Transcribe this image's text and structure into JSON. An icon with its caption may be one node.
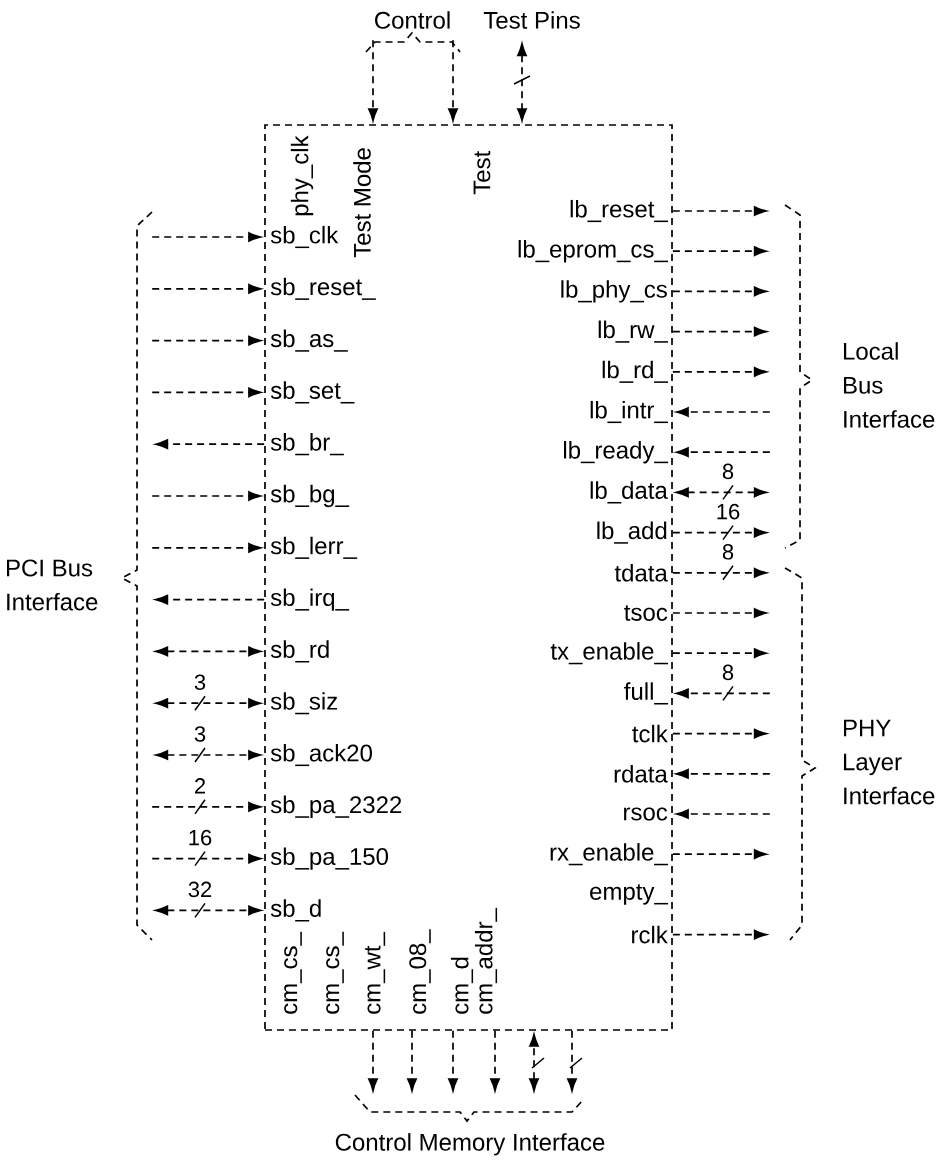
{
  "diagram": {
    "nodes": [
      {
        "text": [
          "Control"
        ]
      },
      {
        "text": [
          "Test Pins"
        ]
      },
      {
        "text": [],
        "shape": "box"
      },
      {
        "text": [
          "PCI Bus Interface"
        ]
      },
      {
        "text": [
          "Local Bus Interface"
        ]
      },
      {
        "text": [
          "PHY Layer Interface"
        ]
      },
      {
        "text": [
          "Control Memory Interface"
        ]
      }
    ],
    "edges": [
      {
        "from": 0,
        "to": 2,
        "arrow": "to"
      },
      {
        "from": 0,
        "to": 2,
        "arrow": "to"
      },
      {
        "from": 1,
        "to": 2,
        "arrow": "both"
      },
      {
        "from": 3,
        "to": 2,
        "arrow": "to"
      },
      {
        "from": 3,
        "to": 2,
        "arrow": "to"
      },
      {
        "from": 3,
        "to": 2,
        "arrow": "to"
      },
      {
        "from": 3,
        "to": 2,
        "arrow": "to"
      },
      {
        "from": 2,
        "to": 3,
        "arrow": "to"
      },
      {
        "from": 3,
        "to": 2,
        "arrow": "to"
      },
      {
        "from": 3,
        "to": 2,
        "arrow": "to"
      },
      {
        "from": 2,
        "to": 3,
        "arrow": "to"
      },
      {
        "from": 3,
        "to": 2,
        "arrow": "both"
      },
      {
        "from": 3,
        "to": 2,
        "arrow": "both",
        "label": "3"
      },
      {
        "from": 3,
        "to": 2,
        "arrow": "both",
        "label": "3"
      },
      {
        "from": 3,
        "to": 2,
        "arrow": "to",
        "label": "2"
      },
      {
        "from": 3,
        "to": 2,
        "arrow": "to",
        "label": "16"
      },
      {
        "from": 3,
        "to": 2,
        "arrow": "both",
        "label": "32"
      },
      {
        "from": 2,
        "to": 4,
        "arrow": "to"
      },
      {
        "from": 2,
        "to": 4,
        "arrow": "to"
      },
      {
        "from": 2,
        "to": 4,
        "arrow": "to"
      },
      {
        "from": 2,
        "to": 4,
        "arrow": "to"
      },
      {
        "from": 2,
        "to": 4,
        "arrow": "to"
      },
      {
        "from": 4,
        "to": 2,
        "arrow": "to"
      },
      {
        "from": 4,
        "to": 2,
        "arrow": "to"
      },
      {
        "from": 4,
        "to": 2,
        "arrow": "both",
        "label": "8"
      },
      {
        "from": 2,
        "to": 4,
        "arrow": "to",
        "label": "16"
      },
      {
        "from": 2,
        "to": 5,
        "arrow": "to",
        "label": "8"
      },
      {
        "from": 2,
        "to": 5,
        "arrow": "to"
      },
      {
        "from": 2,
        "to": 5,
        "arrow": "to"
      },
      {
        "from": 5,
        "to": 2,
        "arrow": "to",
        "label": "8"
      },
      {
        "from": 2,
        "to": 5,
        "arrow": "to"
      },
      {
        "from": 5,
        "to": 2,
        "arrow": "to"
      },
      {
        "from": 5,
        "to": 2,
        "arrow": "to"
      },
      {
        "from": 2,
        "to": 5,
        "arrow": "to"
      },
      {
        "from": 2,
        "to": 5,
        "arrow": "to"
      },
      {
        "from": 2,
        "to": 6,
        "arrow": "to"
      },
      {
        "from": 2,
        "to": 6,
        "arrow": "to"
      },
      {
        "from": 2,
        "to": 6,
        "arrow": "to"
      },
      {
        "from": 2,
        "to": 6,
        "arrow": "to"
      },
      {
        "from": 6,
        "to": 2,
        "arrow": "both"
      },
      {
        "from": 2,
        "to": 6,
        "arrow": "to"
      }
    ],
    "labels": [
      "phy_clk",
      "Test Mode",
      "Test",
      "sb_clk",
      "sb_reset_",
      "sb_as_",
      "sb_set_",
      "sb_br_",
      "sb_bg_",
      "sb_lerr_",
      "sb_irq_",
      "sb_rd",
      "sb_siz",
      "sb_ack20",
      "sb_pa_2322",
      "sb_pa_150",
      "sb_d",
      "lb_reset_",
      "lb_eprom_cs_",
      "lb_phy_cs",
      "lb_rw_",
      "lb_rd_",
      "lb_intr_",
      "lb_ready_",
      "lb_data",
      "lb_add",
      "tdata",
      "tsoc",
      "tx_enable_",
      "full_",
      "tclk",
      "rdata",
      "rsoc",
      "rx_enable_",
      "empty_",
      "rclk",
      "cm_cs_",
      "cm_cs_",
      "cm_wt_",
      "cm_08_",
      "cm_d",
      "cm_addr_"
    ]
  }
}
